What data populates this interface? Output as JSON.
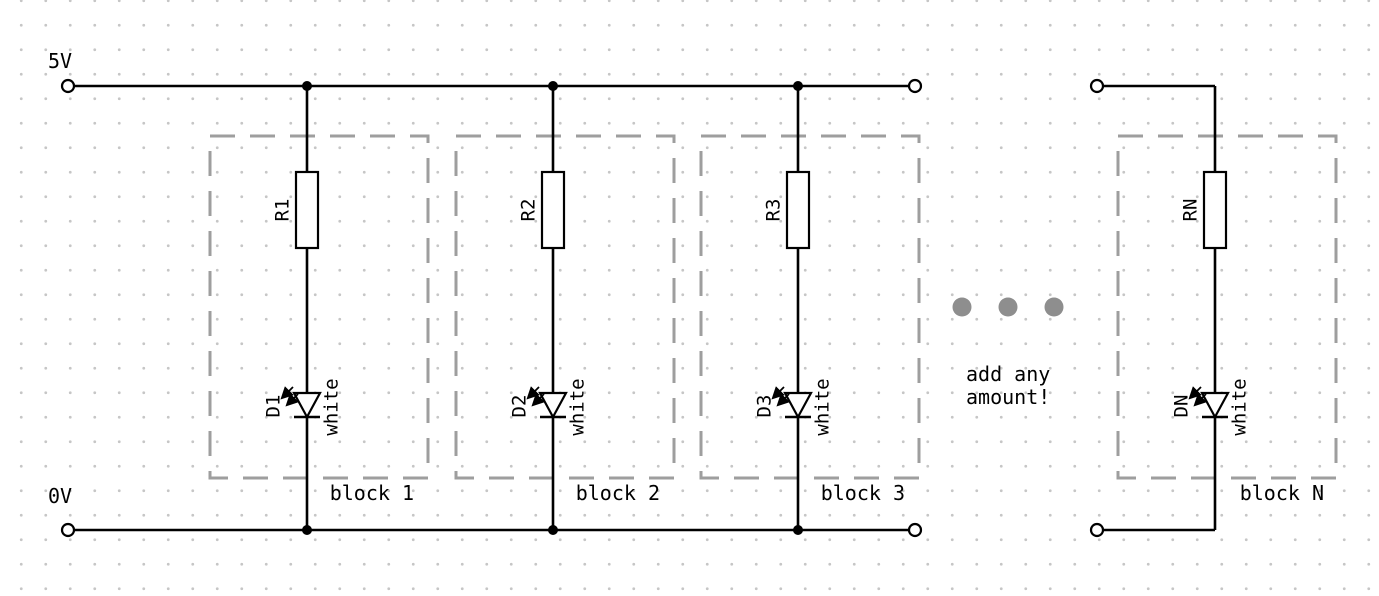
{
  "diagram": {
    "rails": {
      "top": "5V",
      "bottom": "0V"
    },
    "note": {
      "line1": "add any",
      "line2": "amount!"
    },
    "blocks": [
      {
        "resistor": "R1",
        "led": "D1",
        "led_color": "white",
        "label": "block 1"
      },
      {
        "resistor": "R2",
        "led": "D2",
        "led_color": "white",
        "label": "block 2"
      },
      {
        "resistor": "R3",
        "led": "D3",
        "led_color": "white",
        "label": "block 3"
      },
      {
        "resistor": "RN",
        "led": "DN",
        "led_color": "white",
        "label": "block N"
      }
    ],
    "colors": {
      "wire": "#000000",
      "block_outline": "#9e9e9e",
      "continuation_dots": "#8e8e8e",
      "grid_dot": "#c6c6c6",
      "background": "#ffffff"
    }
  }
}
